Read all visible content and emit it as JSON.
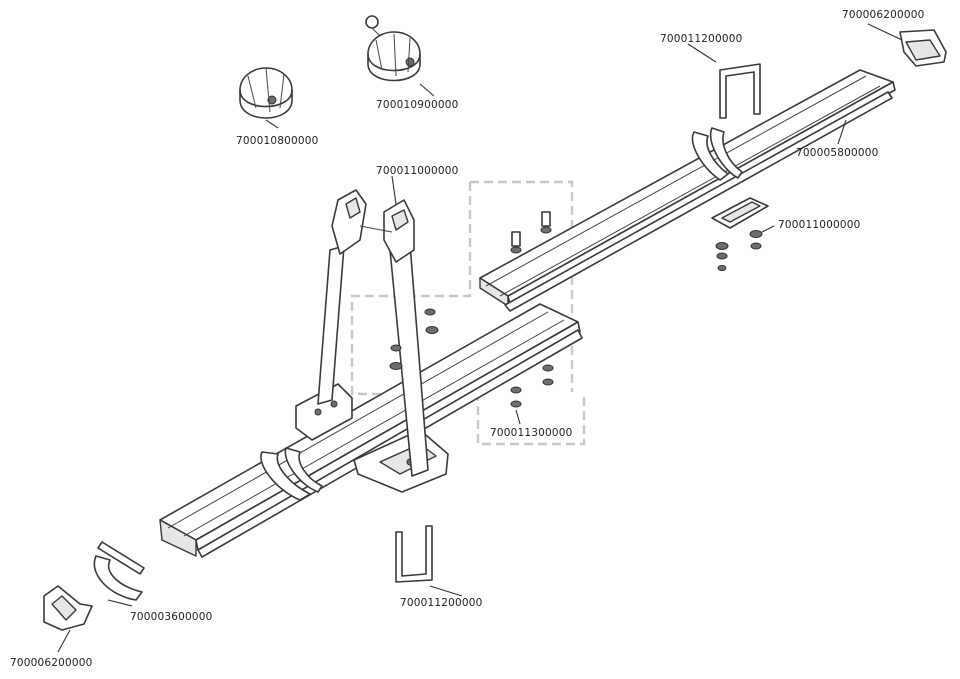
{
  "diagram": {
    "part_labels": {
      "p1": "700006200000",
      "p2": "700011200000",
      "p3": "700010900000",
      "p4": "700010800000",
      "p5": "700005800000",
      "p6": "700011000000",
      "p7": "700011000000",
      "p8": "700011300000",
      "p9": "700003600000",
      "p10": "700011200000",
      "p11": "700006200000"
    }
  }
}
